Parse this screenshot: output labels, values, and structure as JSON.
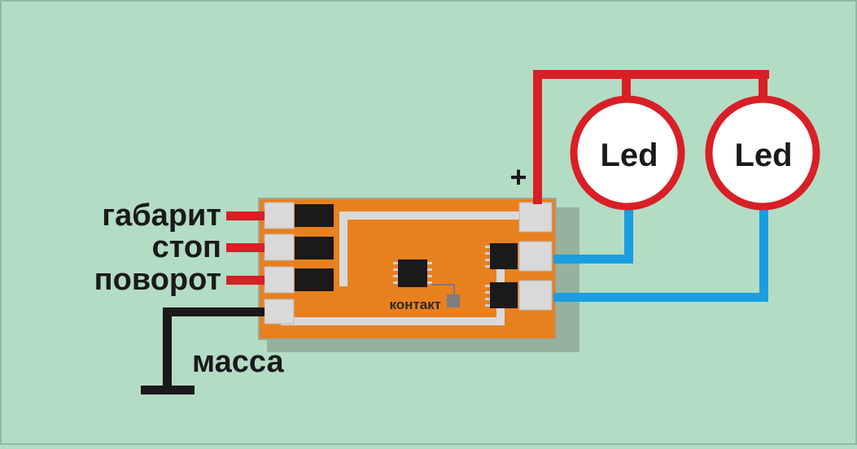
{
  "labels": {
    "gabarit": "габарит",
    "stop": "стоп",
    "povorot": "поворот",
    "massa": "масса",
    "kontakt": "контакт",
    "plus": "+",
    "led1": "Led",
    "led2": "Led"
  },
  "colors": {
    "background": "#b3dcc4",
    "board": "#e8801e",
    "pad": "#d9d9d9",
    "chip": "#1a1a1a",
    "wire_positive": "#d81f26",
    "wire_negative": "#1a9ee0",
    "wire_ground": "#1a1a1a",
    "led_ring": "#d81f26"
  }
}
